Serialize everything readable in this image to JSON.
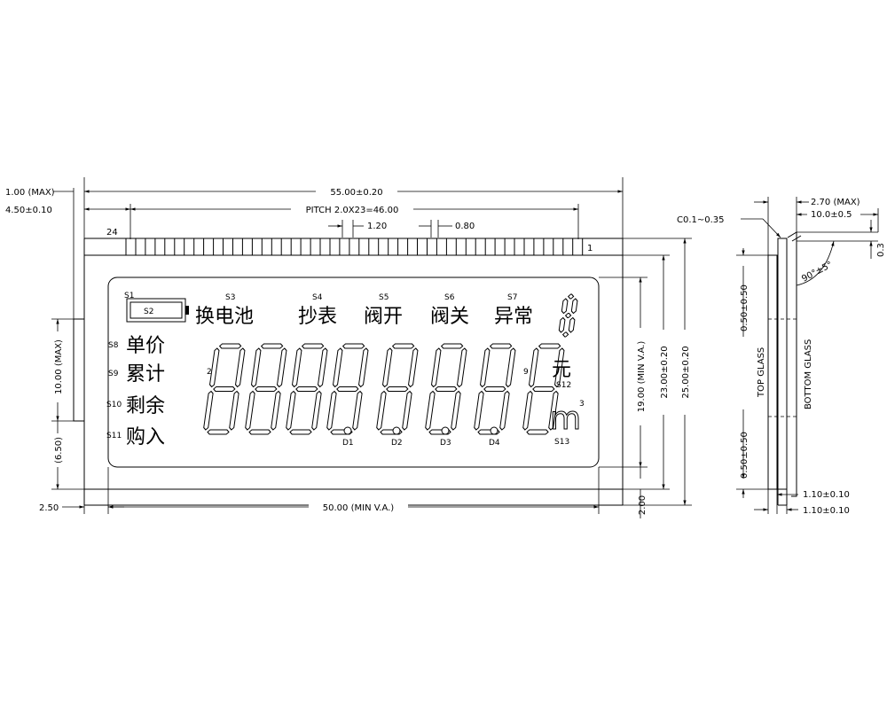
{
  "front_view": {
    "dim_glass_thickness_max": "1.00 (MAX)",
    "dim_total_width": "55.00±0.20",
    "dim_pin_offset": "4.50±0.10",
    "dim_pitch": "PITCH 2.0X23=46.00",
    "dim_pin_width": "1.20",
    "dim_pin_gap": "0.80",
    "pin_first": "24",
    "pin_last": "1",
    "dim_left_height_max": "10.00 (MAX)",
    "dim_left_offset": "(6.50)",
    "dim_left_margin": "2.50",
    "dim_view_area_width": "50.00 (MIN V.A.)",
    "dim_view_area_height": "19.00 (MIN V.A.)",
    "dim_height_mid": "23.00±0.20",
    "dim_height_total": "25.00±0.20",
    "dim_bottom_margin": "2.00"
  },
  "lcd": {
    "battery_label": "S1",
    "battery_inner_label": "S2",
    "icons": [
      {
        "code": "S3",
        "text": "换电池"
      },
      {
        "code": "S4",
        "text": "抄表"
      },
      {
        "code": "S5",
        "text": "阀开"
      },
      {
        "code": "S6",
        "text": "阀关"
      },
      {
        "code": "S7",
        "text": "异常"
      }
    ],
    "left_labels": [
      {
        "code": "S8",
        "text": "单价"
      },
      {
        "code": "S9",
        "text": "累计"
      },
      {
        "code": "S10",
        "text": "剩余"
      },
      {
        "code": "S11",
        "text": "购入"
      }
    ],
    "digit_markers": {
      "first": "2",
      "last": "9"
    },
    "decimal_points": [
      "D1",
      "D2",
      "D3",
      "D4"
    ],
    "unit_yuan": "元",
    "unit_yuan_code": "S12",
    "unit_m3_base": "m",
    "unit_m3_exp": "3",
    "unit_m3_code": "S13"
  },
  "side_view": {
    "dim_thickness_max": "2.70 (MAX)",
    "dim_chamfer": "C0.1~0.35",
    "dim_lead_length": "10.0±0.5",
    "dim_lead_offset": "0.3",
    "dim_angle": "90°±5°",
    "dim_upper": "0.50±0.50",
    "dim_lower": "0.50±0.50",
    "top_glass": "TOP GLASS",
    "bottom_glass": "BOTTOM GLASS",
    "dim_glass_1": "1.10±0.10",
    "dim_glass_2": "1.10±0.10"
  }
}
